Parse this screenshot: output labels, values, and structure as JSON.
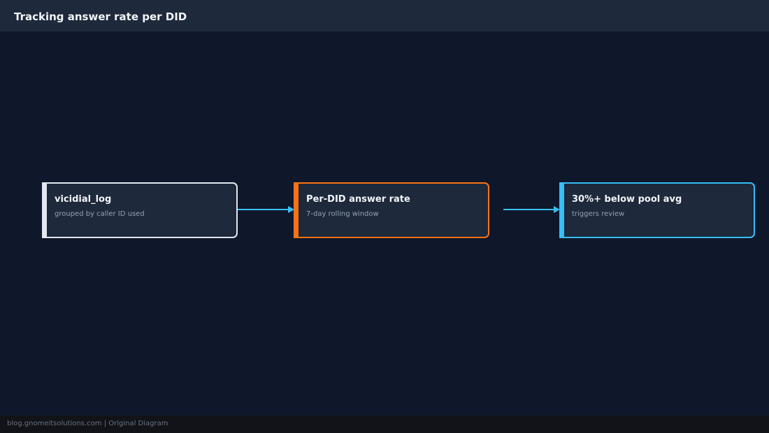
{
  "header": {
    "title": "Tracking answer rate per DID"
  },
  "nodes": [
    {
      "title": "vicidial_log",
      "subtitle": "grouped by caller ID used",
      "accent": "#e2e8f0"
    },
    {
      "title": "Per-DID answer rate",
      "subtitle": "7-day rolling window",
      "accent": "#f97316"
    },
    {
      "title": "30%+ below pool avg",
      "subtitle": "triggers review",
      "accent": "#38bdf8"
    }
  ],
  "edges": [
    {
      "from": "vicidial_log",
      "to": "Per-DID answer rate",
      "color": "#38bdf8"
    },
    {
      "from": "Per-DID answer rate",
      "to": "30%+ below pool avg",
      "color": "#38bdf8"
    }
  ],
  "footer": {
    "credit": "blog.gnomeitsolutions.com | Original Diagram"
  },
  "colors": {
    "background": "#0f172a",
    "header_bg": "#1e293b",
    "node_bg": "#1e293b",
    "footer_bg": "#111318"
  }
}
